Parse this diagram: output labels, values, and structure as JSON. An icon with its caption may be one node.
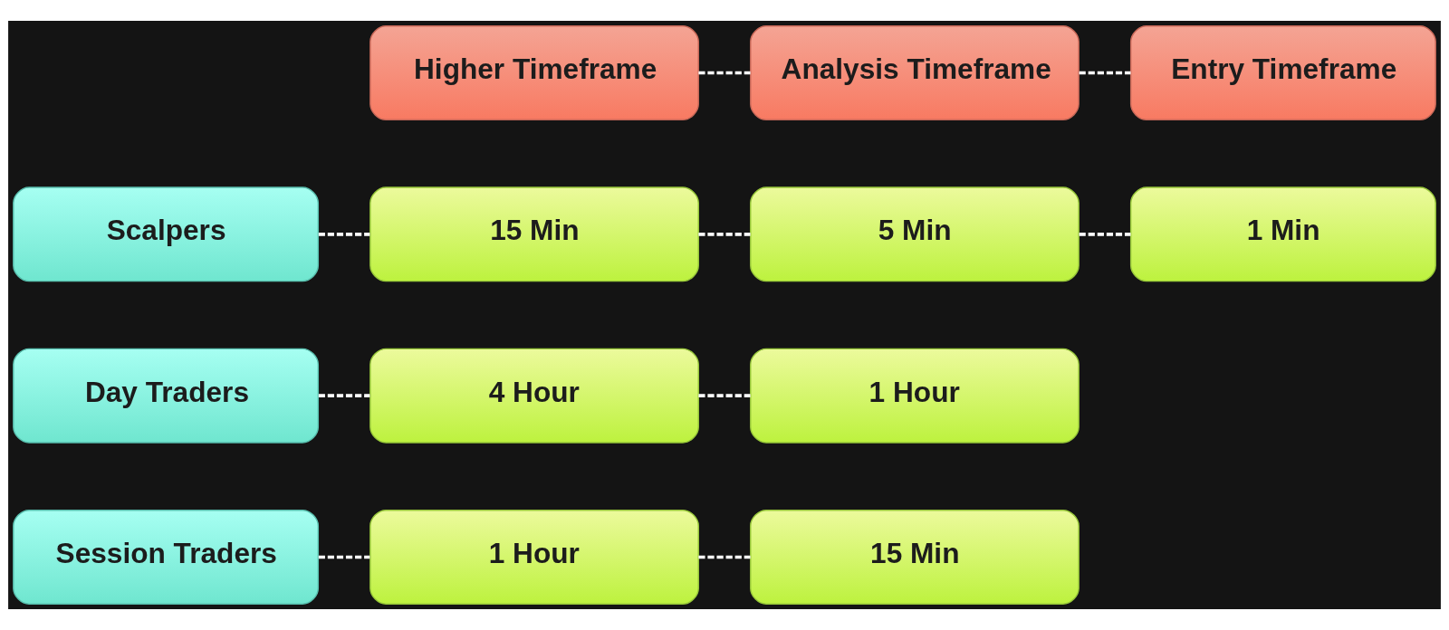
{
  "diagram": {
    "nodes": [
      {
        "text": [
          "Higher Timeframe"
        ]
      },
      {
        "text": [
          "Analysis Timeframe"
        ]
      },
      {
        "text": [
          "Entry Timeframe"
        ]
      },
      {
        "text": [
          "Scalpers"
        ]
      },
      {
        "text": [
          "15 Min"
        ]
      },
      {
        "text": [
          "5 Min"
        ]
      },
      {
        "text": [
          "1 Min"
        ]
      },
      {
        "text": [
          "Day Traders"
        ]
      },
      {
        "text": [
          "4 Hour"
        ]
      },
      {
        "text": [
          "1 Hour"
        ]
      },
      {
        "text": [
          "Session Traders"
        ]
      },
      {
        "text": [
          "1 Hour"
        ]
      },
      {
        "text": [
          "15 Min"
        ]
      }
    ],
    "edges": [
      {
        "from": 0,
        "to": 1,
        "arrow": "none",
        "style": "dashed"
      },
      {
        "from": 1,
        "to": 2,
        "arrow": "none",
        "style": "dashed"
      },
      {
        "from": 3,
        "to": 4,
        "arrow": "none",
        "style": "dashed"
      },
      {
        "from": 4,
        "to": 5,
        "arrow": "none",
        "style": "dashed"
      },
      {
        "from": 5,
        "to": 6,
        "arrow": "none",
        "style": "dashed"
      },
      {
        "from": 7,
        "to": 8,
        "arrow": "none",
        "style": "dashed"
      },
      {
        "from": 8,
        "to": 9,
        "arrow": "none",
        "style": "dashed"
      },
      {
        "from": 10,
        "to": 11,
        "arrow": "none",
        "style": "dashed"
      },
      {
        "from": 11,
        "to": 12,
        "arrow": "none",
        "style": "dashed"
      }
    ]
  }
}
